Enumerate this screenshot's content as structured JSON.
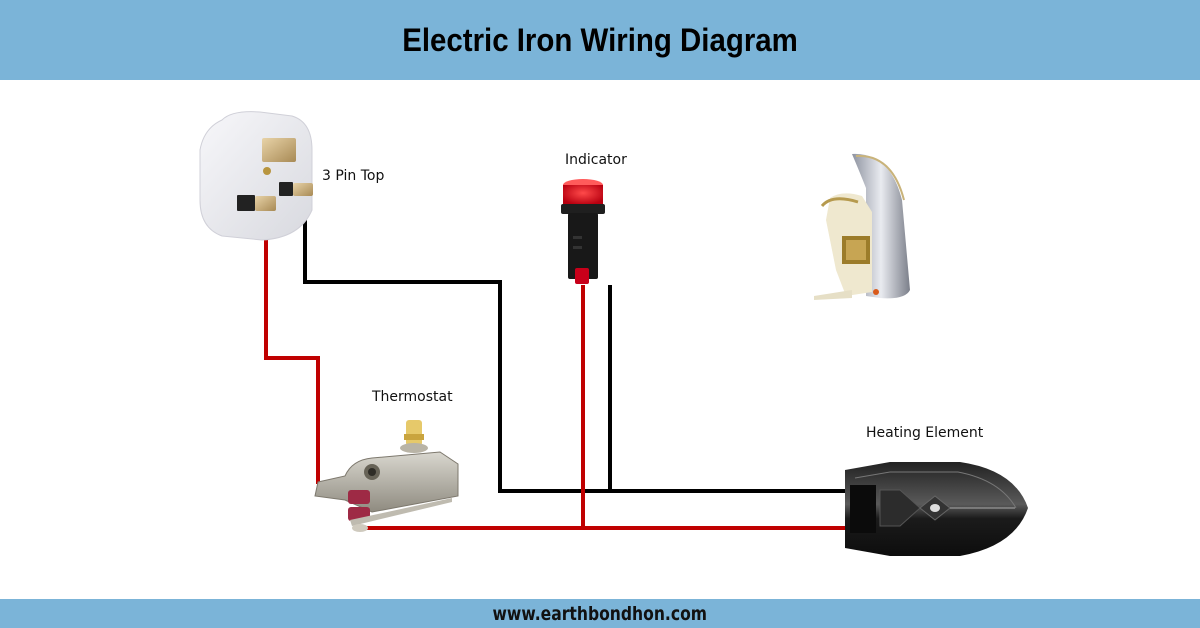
{
  "header": {
    "title": "Electric Iron Wiring Diagram"
  },
  "footer": {
    "website": "www.earthbondhon.com"
  },
  "components": {
    "plug": {
      "label": "3 Pin Top"
    },
    "indicator": {
      "label": "Indicator"
    },
    "thermostat": {
      "label": "Thermostat"
    },
    "heating_element": {
      "label": "Heating Element"
    },
    "iron": {
      "label": ""
    }
  },
  "wires": {
    "colors": {
      "live": "#c00000",
      "neutral": "#000000"
    },
    "connections": [
      {
        "from": "3 Pin Top (live pin)",
        "to": "Thermostat",
        "color": "red"
      },
      {
        "from": "Thermostat",
        "to": "Heating Element",
        "color": "red"
      },
      {
        "from": "Indicator",
        "to": "Heating Element (live line)",
        "color": "red"
      },
      {
        "from": "3 Pin Top (neutral pin)",
        "to": "Heating Element",
        "color": "black"
      },
      {
        "from": "Indicator",
        "to": "Heating Element (neutral line)",
        "color": "black"
      }
    ]
  },
  "colors": {
    "banner": "#7bb4d8",
    "background": "#ffffff"
  }
}
